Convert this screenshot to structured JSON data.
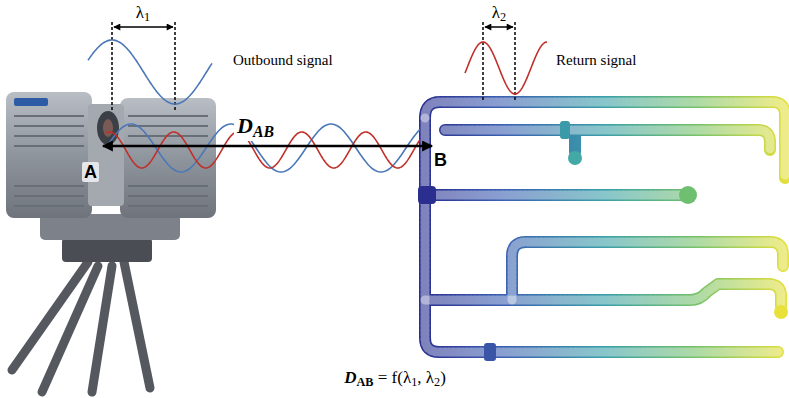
{
  "diagram": {
    "nodes": [
      {
        "text": [
          "A"
        ]
      },
      {
        "text": [
          "B"
        ]
      }
    ],
    "edges": [
      {
        "from": 0,
        "to": 1,
        "arrow": "both",
        "label": "DAB"
      }
    ],
    "labels": [
      "λ1",
      "Outbound signal",
      "λ2",
      "Return signal",
      "DAB = f(λ1, λ2)"
    ]
  }
}
